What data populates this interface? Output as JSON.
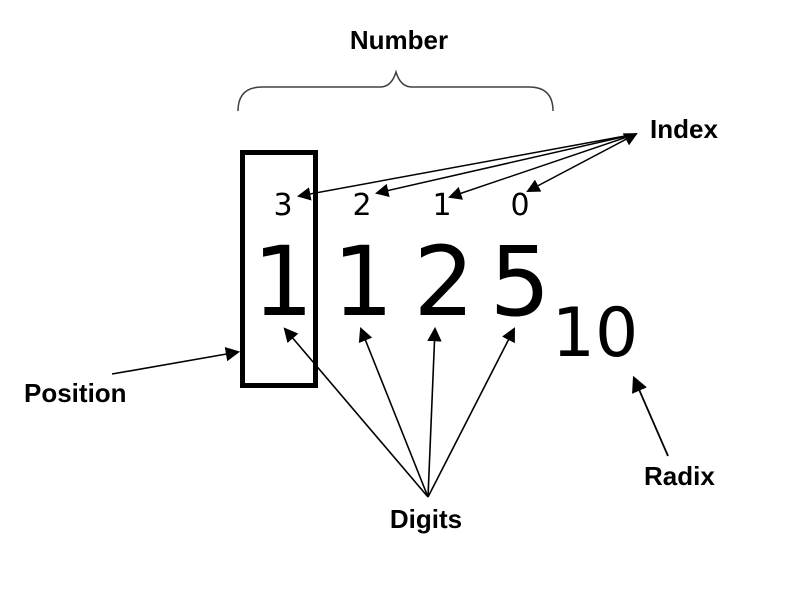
{
  "labels": {
    "number": "Number",
    "index": "Index",
    "position": "Position",
    "digits": "Digits",
    "radix": "Radix"
  },
  "number": {
    "digits": [
      {
        "index": "3",
        "digit": "1"
      },
      {
        "index": "2",
        "digit": "1"
      },
      {
        "index": "1",
        "digit": "2"
      },
      {
        "index": "0",
        "digit": "5"
      }
    ],
    "radix_value": "10"
  },
  "colors": {
    "background": "#ffffff",
    "text": "#000000",
    "arrow": "#000000",
    "brace": "#404040",
    "position_box_border": "#000000"
  }
}
